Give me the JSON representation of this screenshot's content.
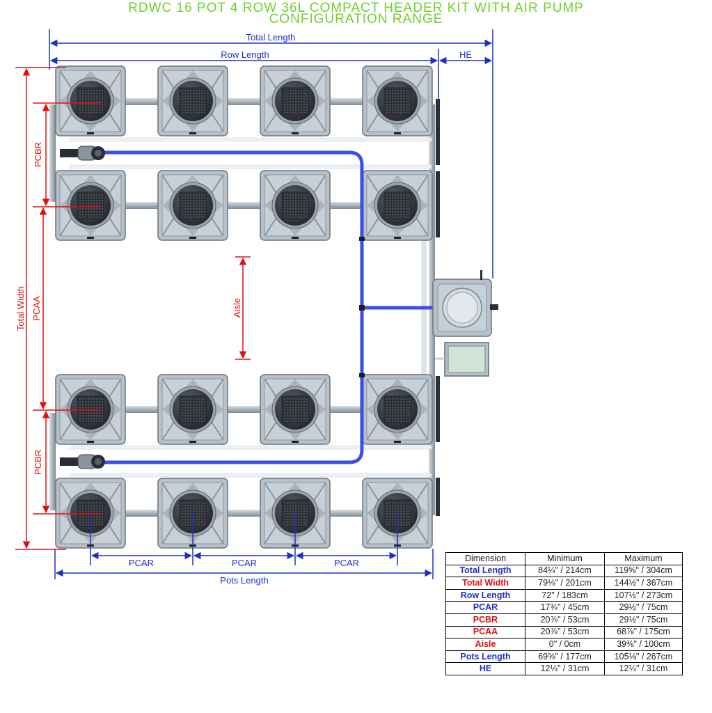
{
  "title_line1": "RDWC 16 POT 4 ROW 36L COMPACT HEADER KIT WITH AIR PUMP",
  "title_line2": "CONFIGURATION RANGE",
  "labels": {
    "total_length": "Total Length",
    "row_length": "Row Length",
    "he": "HE",
    "total_width": "Total Width",
    "pcbr_top": "PCBR",
    "pcbr_bottom": "PCBR",
    "pcaa": "PCAA",
    "aisle": "Aisle",
    "pcar_1": "PCAR",
    "pcar_2": "PCAR",
    "pcar_3": "PCAR",
    "pots_length": "Pots Length"
  },
  "colors": {
    "title": "#6fd02e",
    "dimension_blue": "#1e2fc8",
    "dimension_red": "#e01010",
    "air_line": "#3d4de6",
    "pot_body": "#b9c3cc",
    "lid": "#2f3339",
    "pipe": "#aeb8c0"
  },
  "table": {
    "headers": [
      "Dimension",
      "Minimum",
      "Maximum"
    ],
    "rows": [
      {
        "name": "Total Length",
        "min": "84¼\" / 214cm",
        "max": "119⅝\" / 304cm",
        "color": "blue"
      },
      {
        "name": "Total Width",
        "min": "79⅛\" / 201cm",
        "max": "144½\" / 367cm",
        "color": "red"
      },
      {
        "name": "Row Length",
        "min": "72\" / 183cm",
        "max": "107½\" / 273cm",
        "color": "blue"
      },
      {
        "name": "PCAR",
        "min": "17¾\" / 45cm",
        "max": "29½\" / 75cm",
        "color": "blue"
      },
      {
        "name": "PCBR",
        "min": "20⅞\" / 53cm",
        "max": "29½\" / 75cm",
        "color": "red"
      },
      {
        "name": "PCAA",
        "min": "20⅞\" / 53cm",
        "max": "68⅞\" / 175cm",
        "color": "red"
      },
      {
        "name": "Aisle",
        "min": "0\" / 0cm",
        "max": "39⅜\" / 100cm",
        "color": "red"
      },
      {
        "name": "Pots Length",
        "min": "69⅝\" / 177cm",
        "max": "105⅛\" / 267cm",
        "color": "blue"
      },
      {
        "name": "HE",
        "min": "12¼\" / 31cm",
        "max": "12¼\" / 31cm",
        "color": "blue"
      }
    ]
  }
}
